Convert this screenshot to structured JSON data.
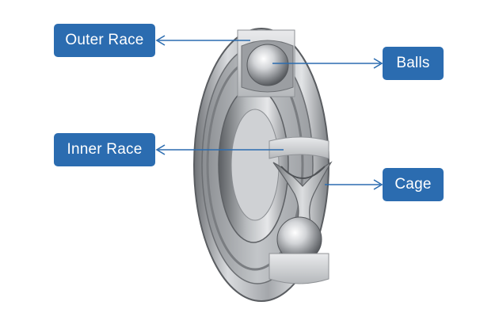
{
  "labels": {
    "outer_race": "Outer Race",
    "inner_race": "Inner Race",
    "balls": "Balls",
    "cage": "Cage"
  },
  "colors": {
    "label_bg": "#2b6cb0",
    "label_text": "#ffffff",
    "leader_line": "#2b6cb0"
  }
}
